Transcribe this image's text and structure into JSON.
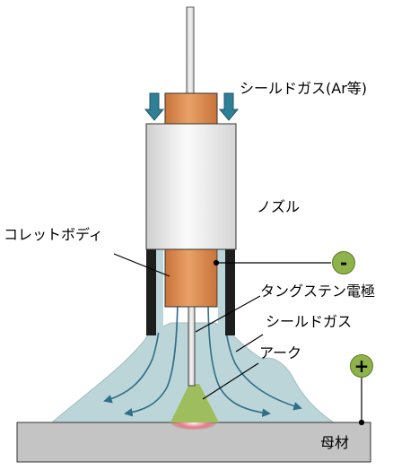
{
  "labels": {
    "shield_gas_top": "シールドガス(Ar等)",
    "nozzle": "ノズル",
    "collet_body": "コレットボディ",
    "tungsten_electrode": "タングステン電極",
    "shield_gas": "シールドガス",
    "arc": "アーク",
    "base_metal": "母材"
  },
  "terminals": {
    "negative": "-",
    "positive": "+"
  },
  "colors": {
    "gas_cloud": "#bcd5d9",
    "gas_arrow": "#2f6f88",
    "copper": "#d98b4a",
    "nozzle": "#e6e6e6",
    "base_metal": "#c4c4c4",
    "arc": "#9ebd5c",
    "terminal": "#8fb34a",
    "hot_spot": "#e05561"
  }
}
